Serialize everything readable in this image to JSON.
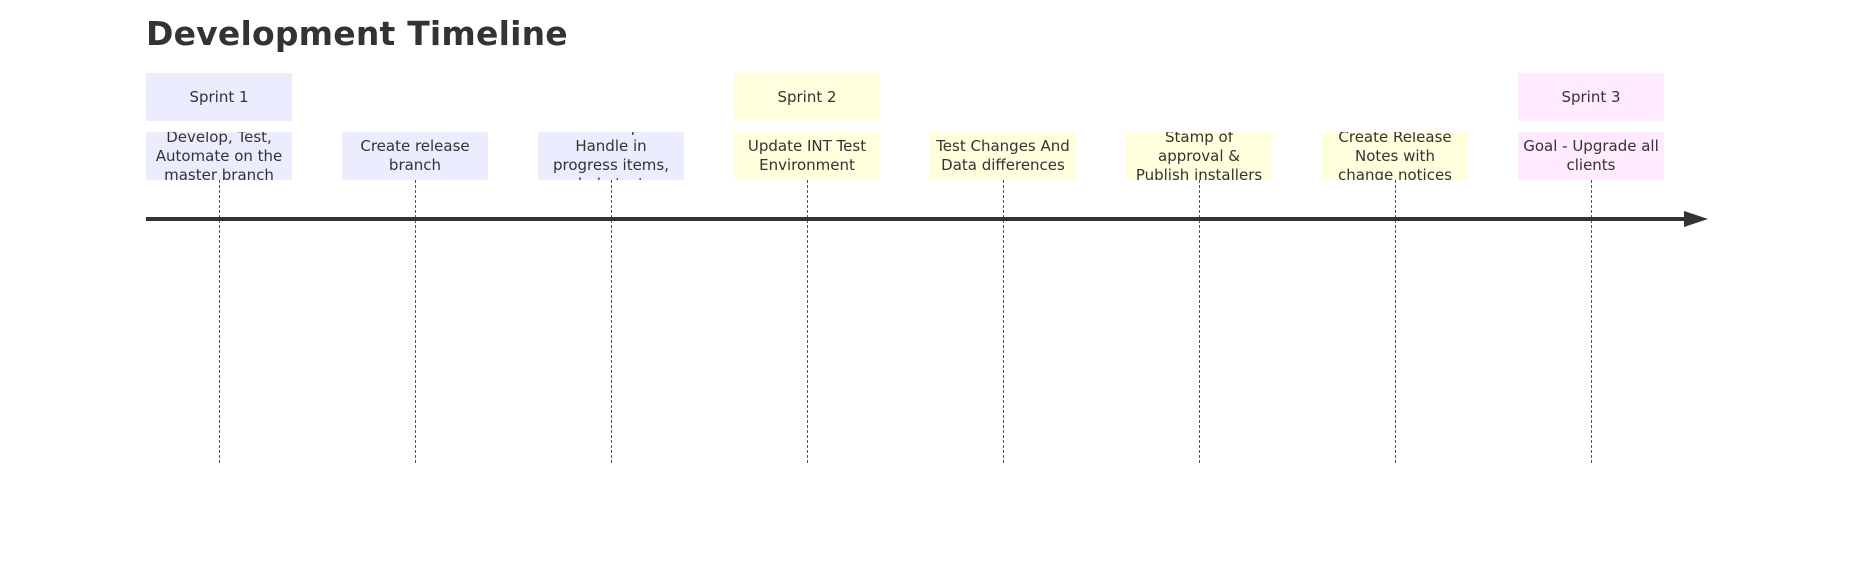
{
  "title": "Development Timeline",
  "colors": {
    "sprint1": "#ececff",
    "sprint2": "#ffffde",
    "sprint3": "#ffeaff",
    "axis": "#333333"
  },
  "sections": [
    {
      "label": "Sprint 1",
      "color": "#ececff",
      "tasks": [
        "Develop, Test, Automate on the master branch",
        "Create release branch",
        "Start new sprint - Handle in progress items, help test"
      ]
    },
    {
      "label": "Sprint 2",
      "color": "#ffffde",
      "tasks": [
        "Update INT Test Environment",
        "Test Changes And Data differences",
        "Stamp of approval & Publish installers",
        "Create Release Notes with change notices"
      ]
    },
    {
      "label": "Sprint 3",
      "color": "#ffeaff",
      "tasks": [
        "Goal - Upgrade all clients"
      ]
    }
  ]
}
